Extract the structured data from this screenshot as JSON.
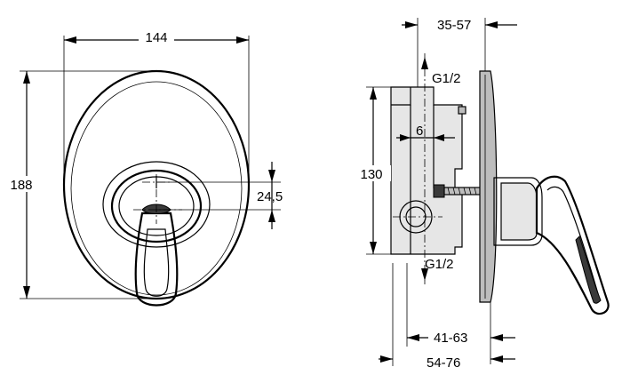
{
  "front_view": {
    "width_dim": "144",
    "height_dim": "188",
    "offset_dim": "24,5"
  },
  "side_view": {
    "top_dim": "35-57",
    "port_top": "G1/2",
    "port_bottom": "G1/2",
    "pipe_dim": "6",
    "body_height_dim": "130",
    "depth_dim_1": "41-63",
    "depth_dim_2": "54-76"
  }
}
